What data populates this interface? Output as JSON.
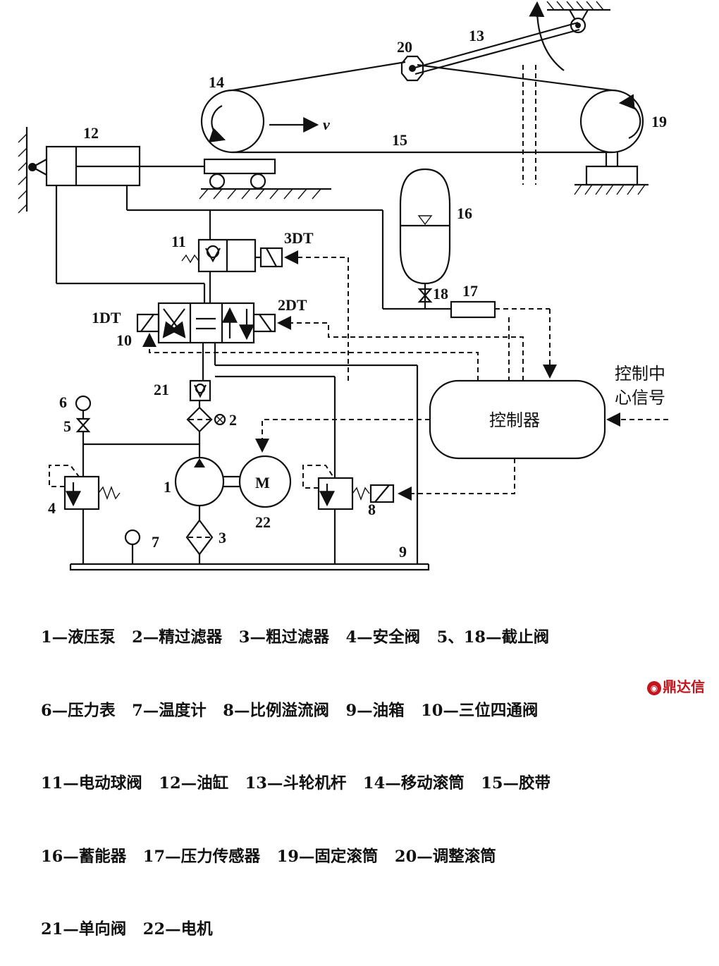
{
  "labels": {
    "n1": "1",
    "n2": "2",
    "n3": "3",
    "n4": "4",
    "n5": "5",
    "n6": "6",
    "n7": "7",
    "n8": "8",
    "n9": "9",
    "n10": "10",
    "n11": "11",
    "n12": "12",
    "n13": "13",
    "n14": "14",
    "n15": "15",
    "n16": "16",
    "n17": "17",
    "n18": "18",
    "n19": "19",
    "n20": "20",
    "n21": "21",
    "n22": "22",
    "dt1": "1DT",
    "dt2": "2DT",
    "dt3": "3DT",
    "motor": "M",
    "velocity": "v",
    "controller": "控制器",
    "signal_line1": "控制中",
    "signal_line2": "心信号"
  },
  "legend": [
    "1—液压泵   2—精过滤器   3—粗过滤器   4—安全阀   5、18—截止阀",
    "6—压力表   7—温度计   8—比例溢流阀   9—油箱   10—三位四通阀",
    "11—电动球阀   12—油缸   13—斗轮机杆   14—移动滚筒   15—胶带",
    "16—蓄能器   17—压力传感器   19—固定滚筒   20—调整滚筒",
    "21—单向阀   22—电机"
  ],
  "watermark": "鼎达信",
  "watermark_icon": "logo-icon"
}
